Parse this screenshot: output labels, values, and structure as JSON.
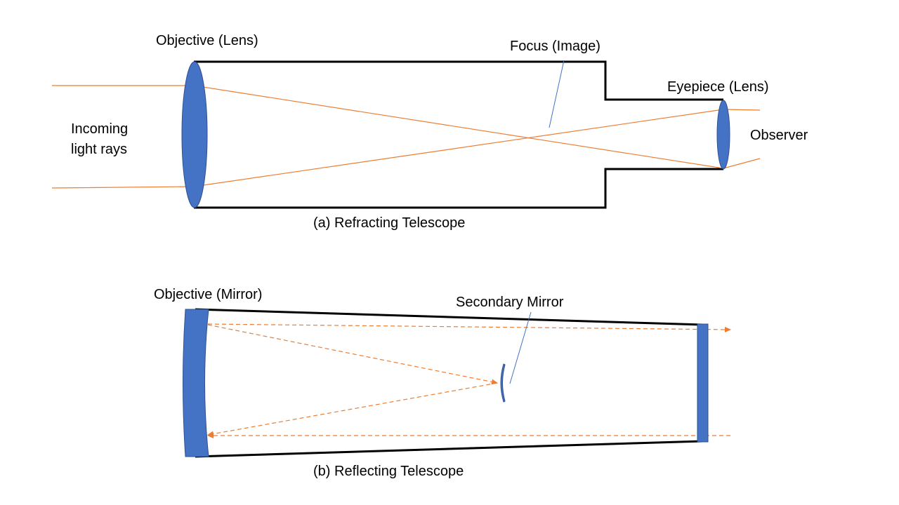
{
  "colors": {
    "optic_fill": "#4472C4",
    "optic_stroke": "#2F528F",
    "light_ray": "#ED7D31",
    "tube_outline": "#000000",
    "background": "#FFFFFF"
  },
  "refracting": {
    "caption": "(a) Refracting Telescope",
    "objective_label": "Objective (Lens)",
    "focus_label": "Focus (Image)",
    "eyepiece_label": "Eyepiece (Lens)",
    "observer_label": "Observer",
    "incoming_label_line1": "Incoming",
    "incoming_label_line2": "light rays"
  },
  "reflecting": {
    "caption": "(b) Reflecting Telescope",
    "objective_label": "Objective (Mirror)",
    "secondary_label": "Secondary Mirror"
  }
}
